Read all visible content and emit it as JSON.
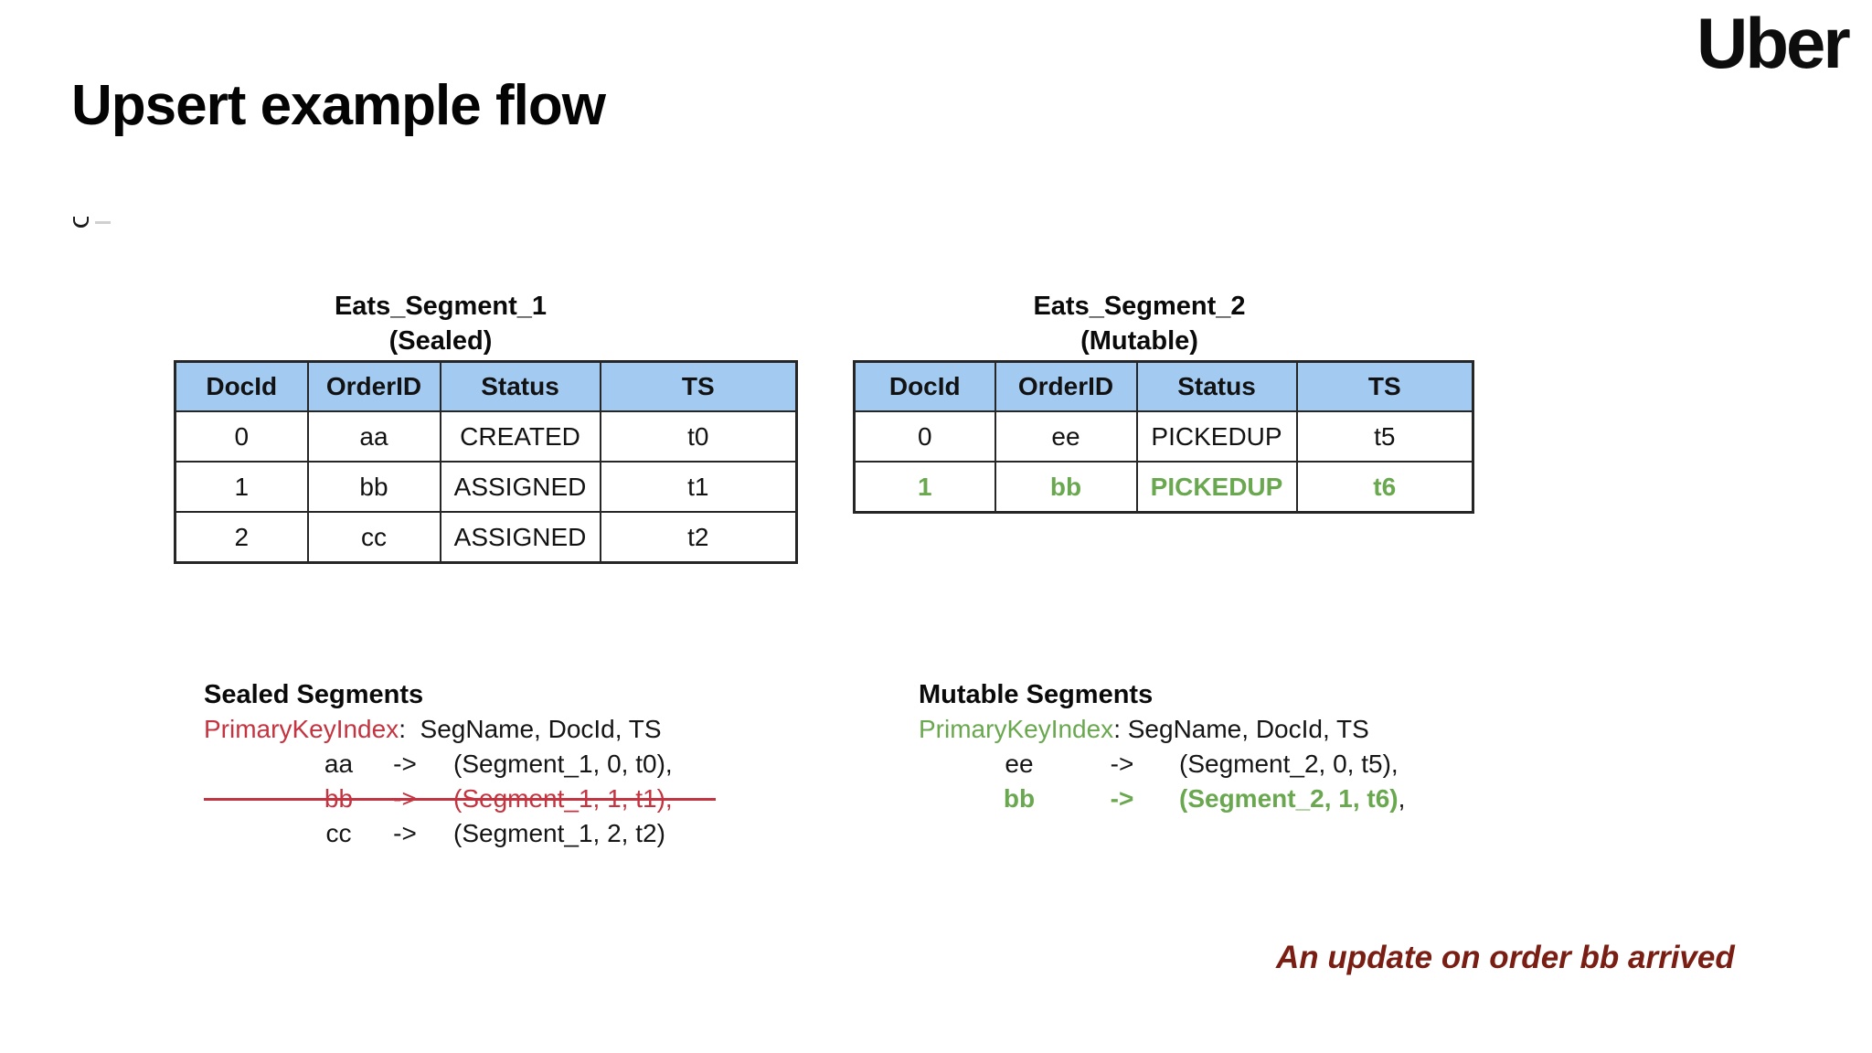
{
  "slide": {
    "title": "Upsert example flow",
    "brand": "Uber",
    "note": "An update on order bb arrived"
  },
  "tables": {
    "seg1": {
      "caption_line1": "Eats_Segment_1",
      "caption_line2": "(Sealed)",
      "headers": [
        "DocId",
        "OrderID",
        "Status",
        "TS"
      ],
      "rows": [
        [
          "0",
          "aa",
          "CREATED",
          "t0"
        ],
        [
          "1",
          "bb",
          "ASSIGNED",
          "t1"
        ],
        [
          "2",
          "cc",
          "ASSIGNED",
          "t2"
        ]
      ]
    },
    "seg2": {
      "caption_line1": "Eats_Segment_2",
      "caption_line2": "(Mutable)",
      "headers": [
        "DocId",
        "OrderID",
        "Status",
        "TS"
      ],
      "rows": [
        [
          "0",
          "ee",
          "PICKEDUP",
          "t5"
        ],
        [
          "1",
          "bb",
          "PICKEDUP",
          "t6"
        ]
      ],
      "highlighted_row_index": 1
    }
  },
  "sealed": {
    "title": "Sealed Segments",
    "index_label": "PrimaryKeyIndex",
    "index_fields": ":  SegName, DocId, TS",
    "mappings": [
      {
        "key": "aa",
        "arrow": "->",
        "value": "(Segment_1, 0, t0),"
      },
      {
        "key": "bb",
        "arrow": "->",
        "value": "(Segment_1, 1, t1),",
        "struck": true
      },
      {
        "key": "cc",
        "arrow": "->",
        "value": "(Segment_1, 2, t2)"
      }
    ]
  },
  "mutable": {
    "title": "Mutable Segments",
    "index_label": "PrimaryKeyIndex",
    "index_fields": ": SegName, DocId, TS",
    "mappings": [
      {
        "key": "ee",
        "arrow": "->",
        "value": "(Segment_2, 0, t5),"
      },
      {
        "key": "bb",
        "arrow": "->",
        "value": "(Segment_2, 1, t6)",
        "suffix": ",",
        "highlight": true
      }
    ]
  },
  "colors": {
    "table_header_blue": "#A3CBF2",
    "highlight_green": "#6AA84F",
    "index_red": "#C43440",
    "note_maroon": "#7A1D12"
  }
}
